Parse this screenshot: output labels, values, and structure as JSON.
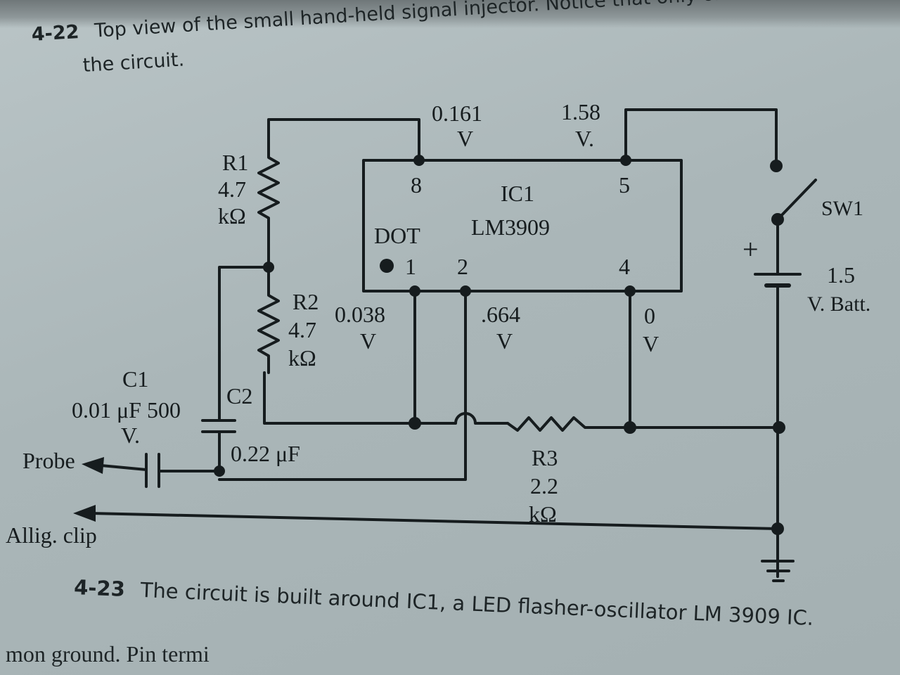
{
  "captions": {
    "fig_4_22_num": "4-22",
    "fig_4_22_text_line1": "Top view of the small hand-held signal injector. Notice that only one AA cell operates",
    "fig_4_22_text_line2": "the circuit.",
    "fig_4_23_num": "4-23",
    "fig_4_23_text": "The circuit is built around IC1, a LED flasher-oscillator LM 3909 IC.",
    "bottom_text": "mon ground. Pin termi"
  },
  "ic": {
    "name": "IC1",
    "part": "LM3909",
    "dot_label": "DOT",
    "pin_8": "8",
    "pin_5": "5",
    "pin_1": "1",
    "pin_2": "2",
    "pin_4": "4"
  },
  "voltages": {
    "pin8_value": "0.161",
    "pin8_unit": "V",
    "pin5_value": "1.58",
    "pin5_unit": "V.",
    "pin1_value": "0.038",
    "pin1_unit": "V",
    "pin2_value": ".664",
    "pin2_unit": "V",
    "pin4_value": "0",
    "pin4_unit": "V"
  },
  "components": {
    "r1_name": "R1",
    "r1_value": "4.7",
    "r1_unit": "kΩ",
    "r2_name": "R2",
    "r2_value": "4.7",
    "r2_unit": "kΩ",
    "r3_name": "R3",
    "r3_value": "2.2",
    "r3_unit": "kΩ",
    "c1_name": "C1",
    "c1_value": "0.01 μF 500",
    "c1_unit": "V.",
    "c2_name": "C2",
    "c2_value": "0.22 μF",
    "sw_name": "SW1",
    "batt_plus": "+",
    "batt_value": "1.5",
    "batt_unit": "V. Batt."
  },
  "terminals": {
    "probe": "Probe",
    "clip": "Allig. clip"
  }
}
